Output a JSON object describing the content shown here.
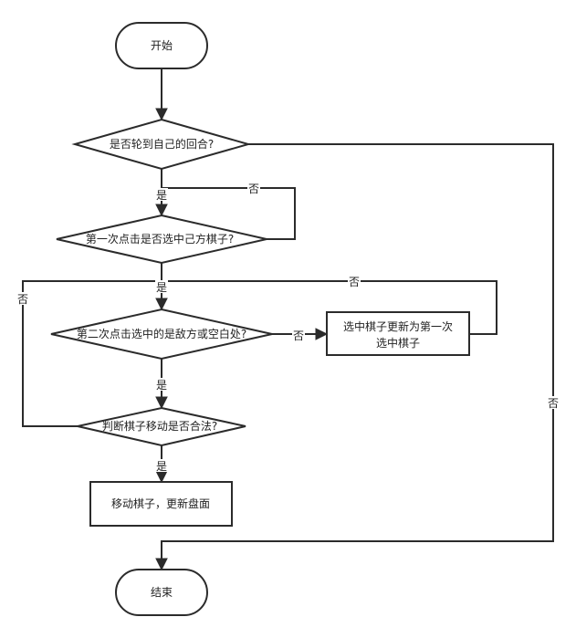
{
  "nodes": {
    "start": "开始",
    "q_turn": "是否轮到自己的回合?",
    "q_first_click": "第一次点击是否选中己方棋子?",
    "q_second_click": "第二次点击选中的是敌方或空白处?",
    "update_first_line1": "选中棋子更新为第一次",
    "update_first_line2": "选中棋子",
    "q_legal": "判断棋子移动是否合法?",
    "move": "移动棋子，更新盘面",
    "end": "结束"
  },
  "edges": {
    "yes": "是",
    "no": "否"
  }
}
